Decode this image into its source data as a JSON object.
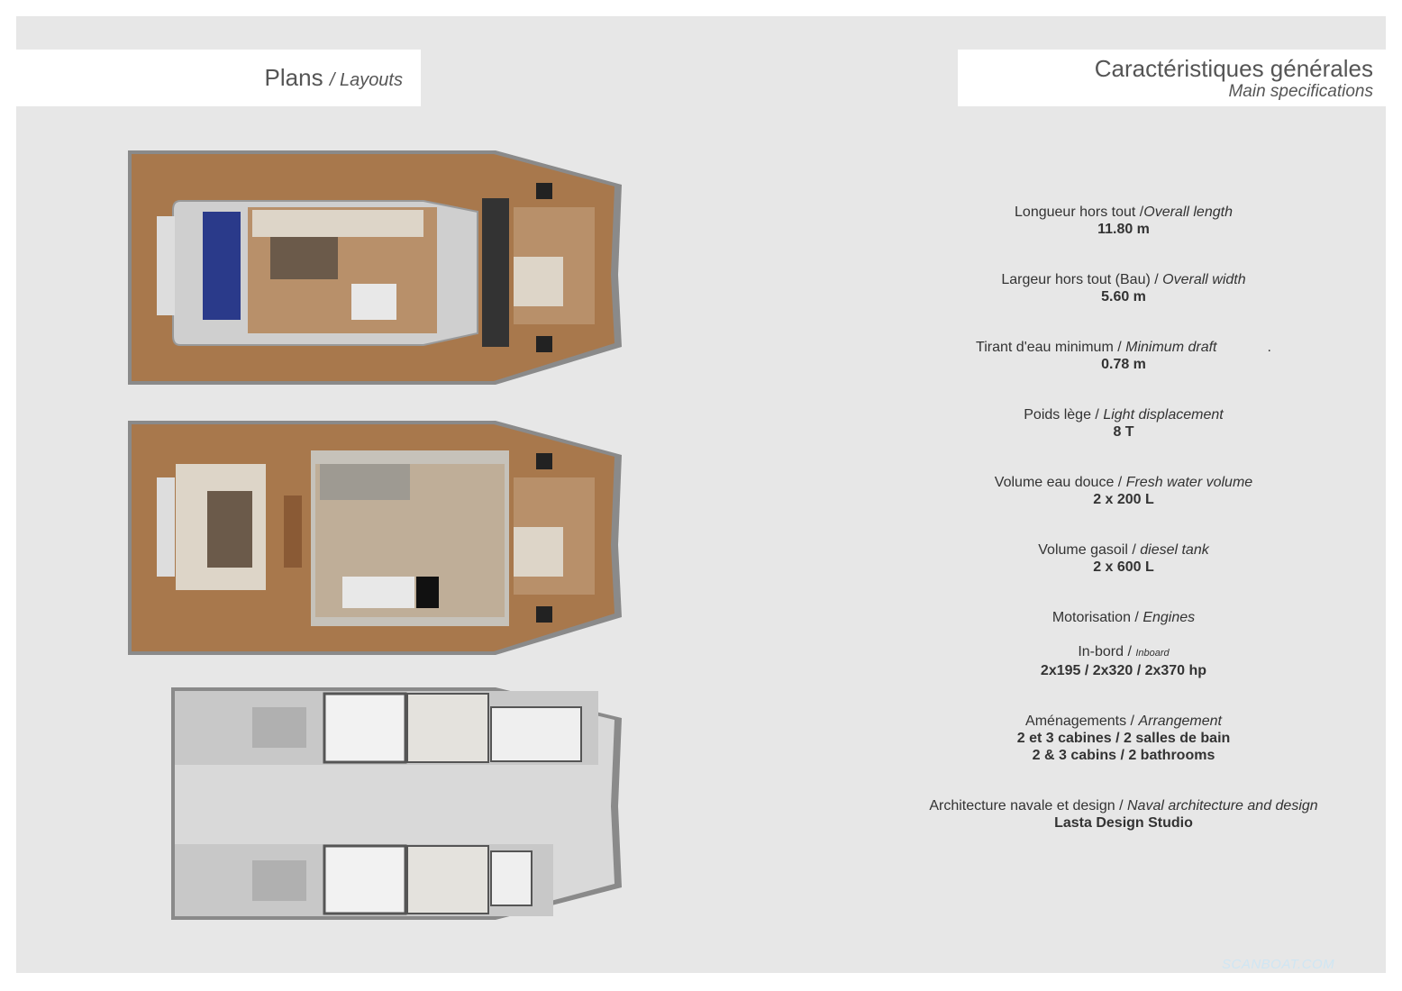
{
  "header_left": {
    "title": "Plans",
    "subtitle": "/ Layouts"
  },
  "header_right": {
    "title": "Caractéristiques générales",
    "subtitle": "Main specifications"
  },
  "specs": [
    {
      "label": "Longueur hors tout /",
      "label_en": "Overall length",
      "value": "11.80 m"
    },
    {
      "label": "Largeur hors tout (Bau) /",
      "label_en": "Overall width",
      "value": "5.60 m"
    },
    {
      "label": "Tirant d'eau minimum /",
      "label_en": "Minimum draft",
      "suffix": ".",
      "value": "0.78 m"
    },
    {
      "label": "Poids lège /",
      "label_en": "Light displacement",
      "value": "8 T"
    },
    {
      "label": "Volume eau douce /",
      "label_en": "Fresh water volume",
      "value": "2 x 200 L"
    },
    {
      "label": "Volume gasoil /",
      "label_en": "diesel tank",
      "value": "2 x 600 L"
    }
  ],
  "engines": {
    "label": "Motorisation /",
    "label_en": "Engines",
    "sub_label": "In-bord /",
    "sub_label_en": "Inboard",
    "value": "2x195 / 2x320 / 2x370 hp"
  },
  "arrangement": {
    "label": "Aménagements /",
    "label_en": "Arrangement",
    "value_fr": "2 et 3 cabines / 2 salles de bain",
    "value_en": "2 & 3 cabins / 2 bathrooms"
  },
  "design": {
    "label": "Architecture navale et design /",
    "label_en": "Naval architecture and design",
    "value": "Lasta Design Studio"
  },
  "watermark": "SCANBOAT.COM",
  "colors": {
    "deck_teak": "#a8784c",
    "hull_grey": "#d9d9d9",
    "sheet": "#e7e7e7"
  }
}
